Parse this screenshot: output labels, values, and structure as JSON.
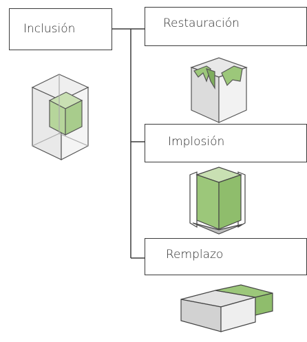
{
  "diagram": {
    "root": {
      "label": "Inclusión"
    },
    "branches": [
      {
        "label": "Restauración"
      },
      {
        "label": "Implosión"
      },
      {
        "label": "Remplazo"
      }
    ],
    "colors": {
      "line": "#3a3a3a",
      "fill_green": "#9cc77a",
      "fill_green_light": "#c9e0b3",
      "box_grey": "#e6e6e6"
    }
  }
}
